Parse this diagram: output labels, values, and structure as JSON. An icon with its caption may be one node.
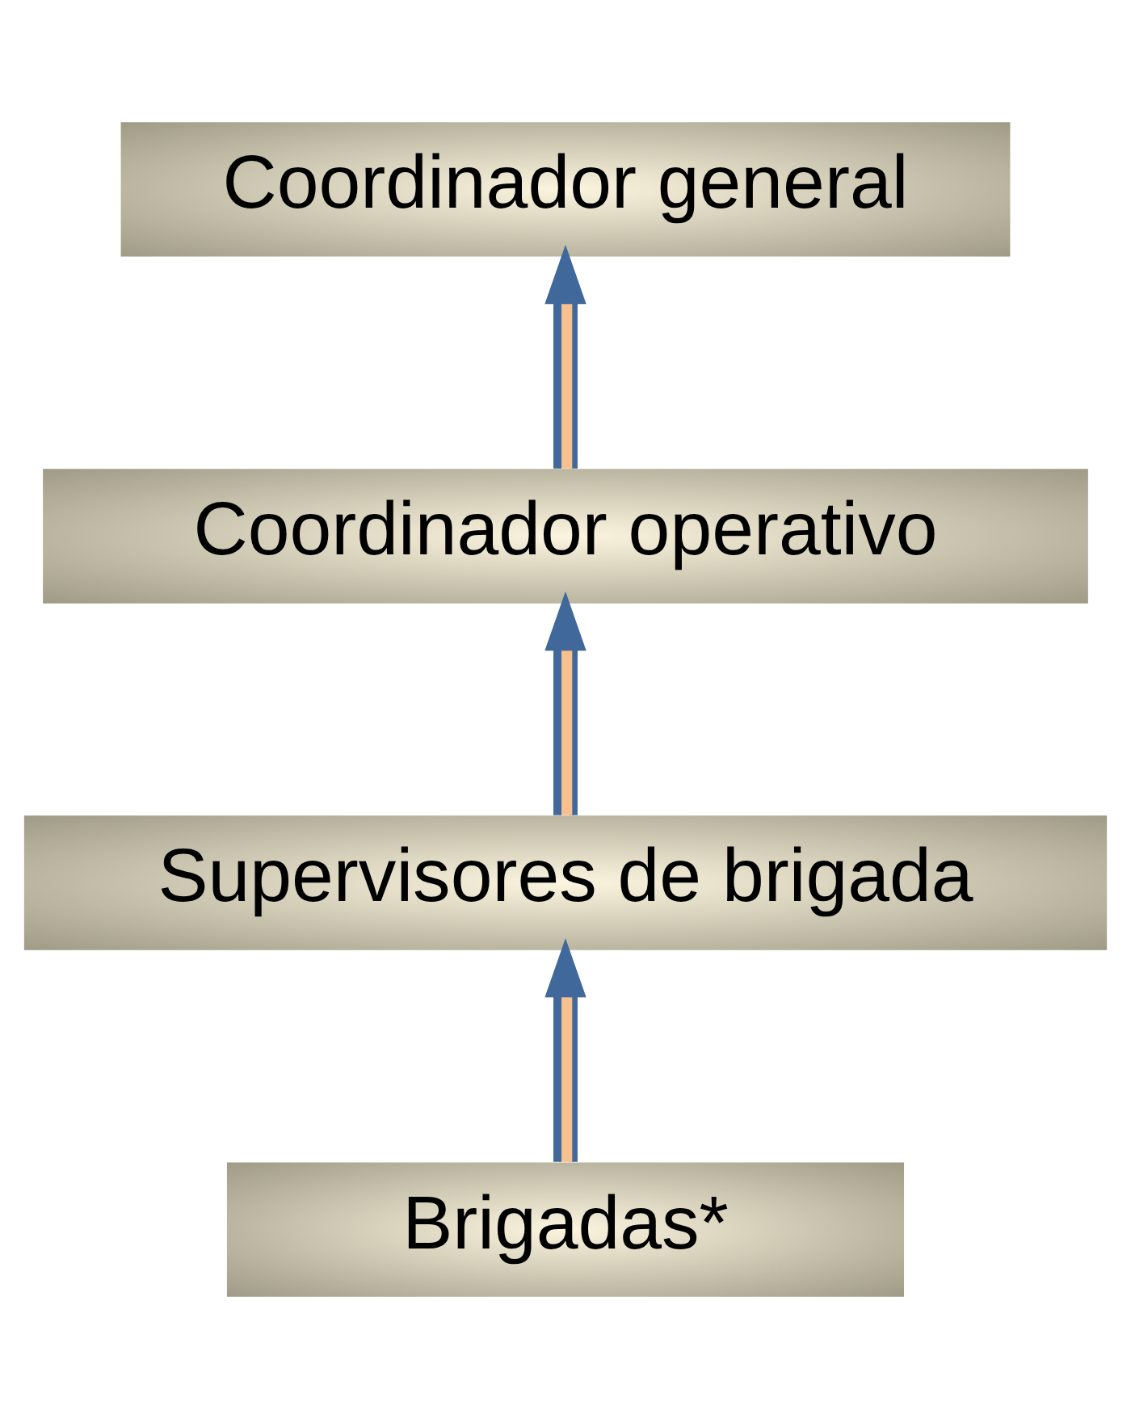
{
  "diagram": {
    "nodes": [
      {
        "text": [
          "Coordinador general"
        ]
      },
      {
        "text": [
          "Coordinador operativo"
        ]
      },
      {
        "text": [
          "Supervisores de brigada"
        ]
      },
      {
        "text": [
          "Brigadas*"
        ]
      }
    ],
    "edges": [
      {
        "from": 3,
        "to": 2,
        "arrow": "to"
      },
      {
        "from": 2,
        "to": 1,
        "arrow": "to"
      },
      {
        "from": 1,
        "to": 0,
        "arrow": "to"
      }
    ]
  }
}
